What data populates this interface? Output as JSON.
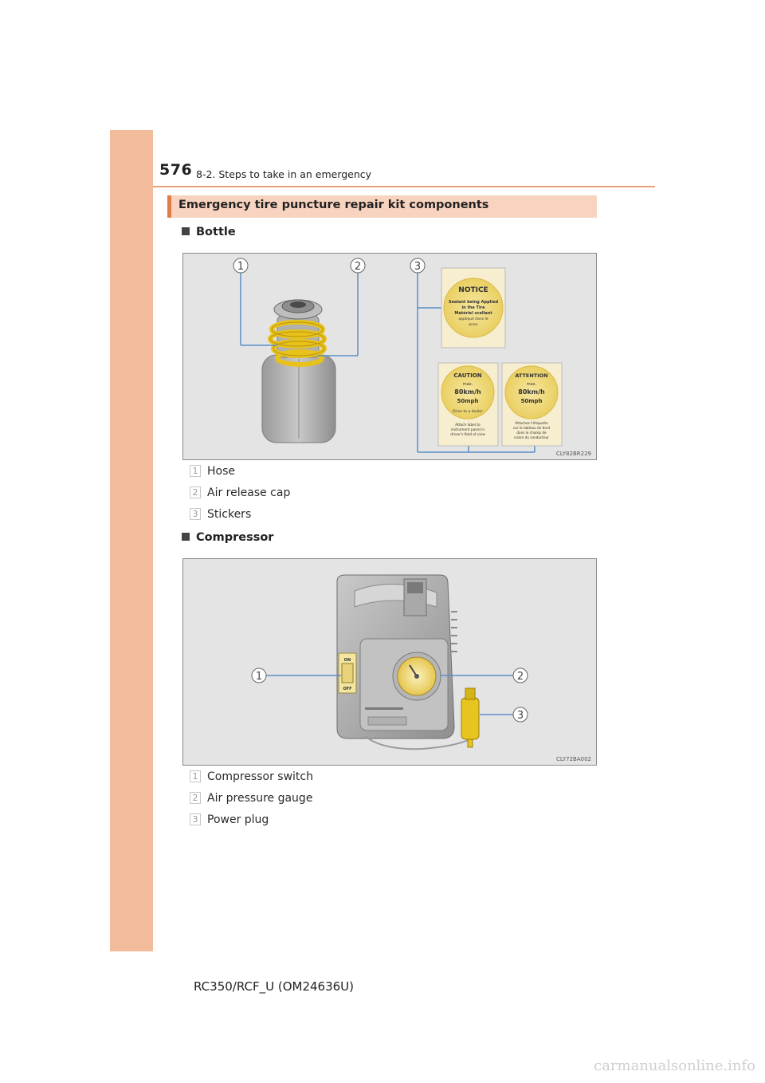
{
  "header": {
    "page_number": "576",
    "section": "8-2. Steps to take in an emergency"
  },
  "section_title": "Emergency tire puncture repair kit components",
  "bottle": {
    "heading": "Bottle",
    "figure_code": "CLY82BR229",
    "stickers": {
      "notice": {
        "title": "NOTICE",
        "lines": [
          "Sealant being Applied",
          "in the Tire",
          "Matériel scellant",
          "appliqué dans le",
          "pneu"
        ]
      },
      "caution": {
        "title": "CAUTION",
        "speed_prefix": "max.",
        "speed_kmh": "80km/h",
        "speed_mph": "50mph",
        "arc_text": "Drive to a dealer",
        "lines": [
          "Attach label to",
          "instrument panel in",
          "driver's field of view"
        ]
      },
      "attention": {
        "title": "ATTENTION",
        "speed_prefix": "max.",
        "speed_kmh": "80km/h",
        "speed_mph": "50mph",
        "lines": [
          "Attachez l'étiquette",
          "sur le tableau de bord",
          "dans le champ de",
          "vision du conducteur"
        ]
      }
    },
    "callouts": [
      "1",
      "2",
      "3"
    ],
    "legend": [
      {
        "num": "1",
        "label": "Hose"
      },
      {
        "num": "2",
        "label": "Air release cap"
      },
      {
        "num": "3",
        "label": "Stickers"
      }
    ]
  },
  "compressor": {
    "heading": "Compressor",
    "figure_code": "CLY72BA002",
    "switch_on": "ON",
    "switch_off": "OFF",
    "callouts": [
      "1",
      "2",
      "3"
    ],
    "legend": [
      {
        "num": "1",
        "label": "Compressor switch"
      },
      {
        "num": "2",
        "label": "Air pressure gauge"
      },
      {
        "num": "3",
        "label": "Power plug"
      }
    ]
  },
  "footer": "RC350/RCF_U (OM24636U)",
  "watermark": "carmanualsonline.info",
  "colors": {
    "sidebar": "#f2bb9c",
    "accent": "#e07b45",
    "section_bar": "#f8d3bf",
    "figure_bg": "#e4e4e4",
    "callout_line": "#5b8fc7",
    "sticker_yellow": "#f1dc82"
  }
}
